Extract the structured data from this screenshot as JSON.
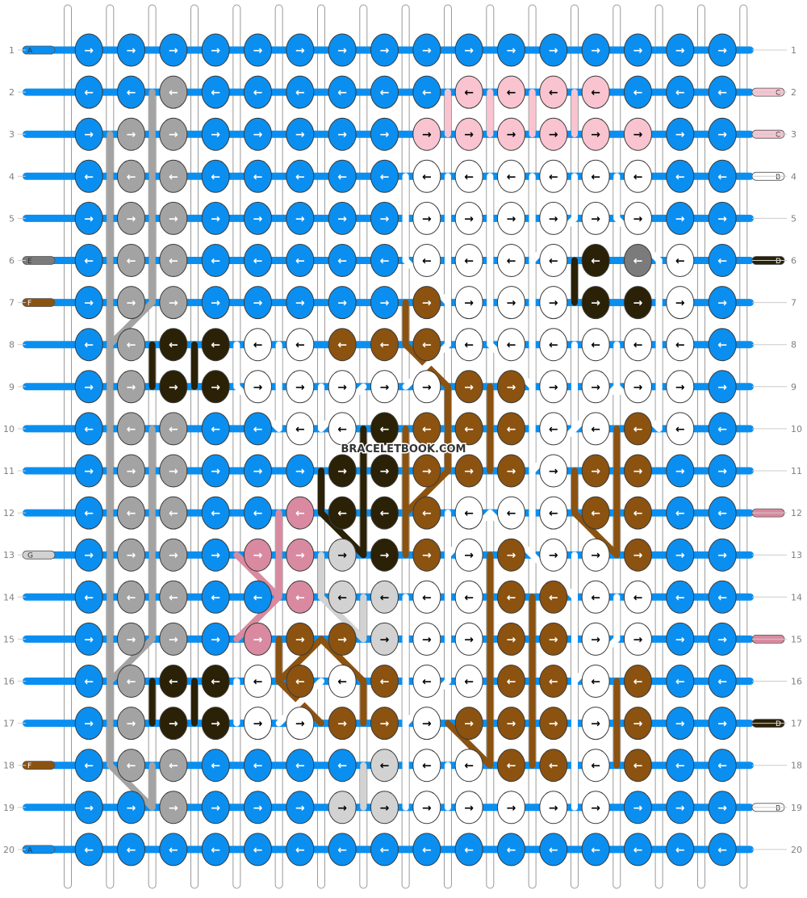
{
  "watermark": "BRACELETBOOK.COM",
  "colors": {
    "A": "#0a8ff0",
    "B": "#ffffff",
    "C": "#f9c3d0",
    "D": "#2a2106",
    "E": "#7b7b7b",
    "F": "#8b5210",
    "G": "#d2d2d2",
    "H": "#a3a3a3",
    "P": "#d98aa0"
  },
  "strings": 18,
  "row_count": 20,
  "row_labels": [
    "1",
    "2",
    "3",
    "4",
    "5",
    "6",
    "7",
    "8",
    "9",
    "10",
    "11",
    "12",
    "13",
    "14",
    "15",
    "16",
    "17",
    "18",
    "19",
    "20"
  ],
  "left_ends": [
    {
      "row": 1,
      "color": "A",
      "letter": "A"
    },
    {
      "row": 6,
      "color": "E",
      "letter": "E"
    },
    {
      "row": 7,
      "color": "F",
      "letter": "F"
    },
    {
      "row": 13,
      "color": "G",
      "letter": "G"
    },
    {
      "row": 18,
      "color": "F",
      "letter": "F"
    },
    {
      "row": 20,
      "color": "A",
      "letter": "A"
    }
  ],
  "right_ends": [
    {
      "row": 2,
      "color": "C",
      "letter": "C"
    },
    {
      "row": 3,
      "color": "C",
      "letter": "C"
    },
    {
      "row": 4,
      "color": "B",
      "letter": "B"
    },
    {
      "row": 6,
      "color": "D",
      "letter": "D"
    },
    {
      "row": 12,
      "color": "P",
      "letter": ""
    },
    {
      "row": 15,
      "color": "P",
      "letter": ""
    },
    {
      "row": 17,
      "color": "D",
      "letter": "D"
    },
    {
      "row": 19,
      "color": "B",
      "letter": "B"
    }
  ],
  "knot_rows": [
    {
      "dir": "R",
      "colors": "AAAAAAAAAAAAAAAA"
    },
    {
      "dir": "L",
      "colors": "AAHAAAAAACCCCAAA"
    },
    {
      "dir": "R",
      "colors": "AHHAAAAACCCCCCAA"
    },
    {
      "dir": "L",
      "colors": "AHHAAAAABBBBBBAA"
    },
    {
      "dir": "R",
      "colors": "AHHAAAAABBBBBBAA"
    },
    {
      "dir": "L",
      "colors": "AHHAAAAABBBBDEBA"
    },
    {
      "dir": "R",
      "colors": "AHHAAAAAFBBBDDBA"
    },
    {
      "dir": "L",
      "colors": "AHDDBBFFFBBBBBBA"
    },
    {
      "dir": "R",
      "colors": "AHDDBBBBBFFBBBBA"
    },
    {
      "dir": "L",
      "colors": "AHHAABBDFFFBBFBA"
    },
    {
      "dir": "R",
      "colors": "AHHAAADDFFFBFFAA"
    },
    {
      "dir": "L",
      "colors": "AHHAAPDDFBBBFFAA"
    },
    {
      "dir": "R",
      "colors": "AHHAPPGDFBFBBFAA"
    },
    {
      "dir": "L",
      "colors": "AHHAAPGGBBFFBBAA"
    },
    {
      "dir": "R",
      "colors": "AHHAPFFGBBFFBBAA"
    },
    {
      "dir": "L",
      "colors": "AHDDBFBFBBFFBFAA"
    },
    {
      "dir": "R",
      "colors": "AHDDBBFFBFFFBFAA"
    },
    {
      "dir": "L",
      "colors": "AHHAAAAGBBFFBFAA"
    },
    {
      "dir": "R",
      "colors": "AAHAAAGGBBBBBAAA"
    },
    {
      "dir": "L",
      "colors": "AAAAAAAAAAAAAAAA"
    }
  ],
  "arrows": {
    "R": "→",
    "L": "←"
  }
}
